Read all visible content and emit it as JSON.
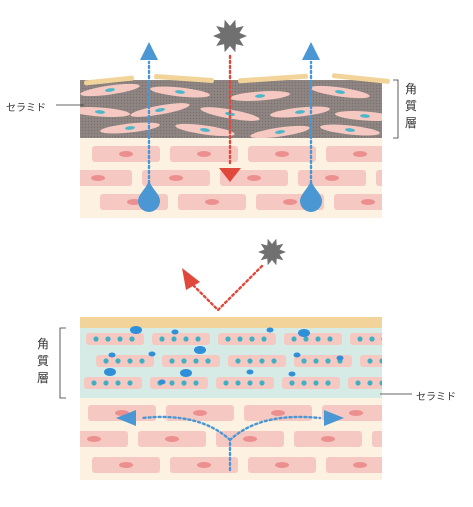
{
  "top_panel": {
    "ceramide_label": "セラミド",
    "stratum_label": [
      "角",
      "質",
      "層"
    ]
  },
  "bottom_panel": {
    "ceramide_label": "セラミド",
    "stratum_label": [
      "角",
      "質",
      "層"
    ]
  },
  "colors": {
    "damaged_layer": "#8f8582",
    "healthy_layer": "#d6ebe6",
    "skin_base": "#fdf1e1",
    "cell": "#f6c8c2",
    "cell_nucleus": "#ec8f8f",
    "lipid_top": "#f2d49a",
    "water_arrow": "#4a97d4",
    "irritant_arrow": "#e1483c",
    "irritant": "#707070"
  },
  "icons": [
    "water-drop-icon",
    "irritant-icon",
    "arrow-up-icon",
    "arrow-down-icon"
  ]
}
